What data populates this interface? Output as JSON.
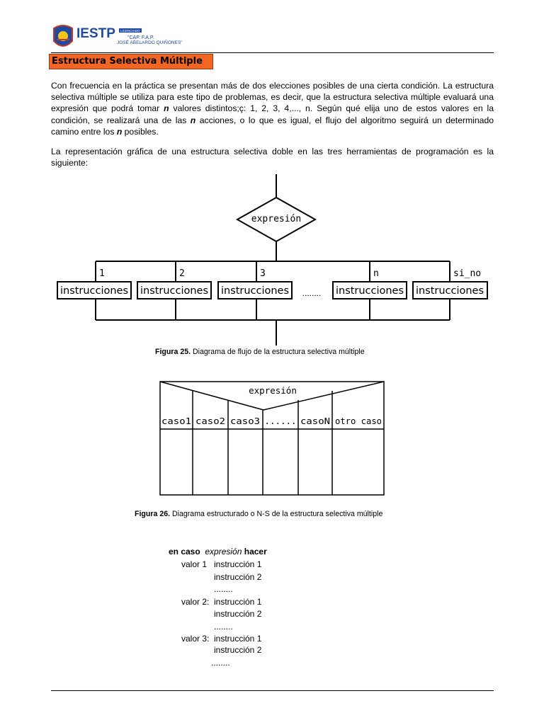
{
  "header": {
    "logo_text": "IESTP",
    "logo_subtext_1": "\"CAP. F.A.P.",
    "logo_subtext_2": "JOSÉ ABELARDO QUIÑONES\"",
    "logo_badge": "LICENCIADO"
  },
  "section_title": "Estructura Selectiva Múltiple",
  "paragraph_1": {
    "part1": "Con frecuencia en la práctica se presentan más de dos elecciones posibles de una cierta condición. La estructura selectiva múltiple se utiliza para este tipo de problemas, es decir, que la estructura selectiva múltiple evaluará una expresión que podrá tomar ",
    "em1": "n",
    "part2": " valores distintos;ç: 1, 2, 3, 4,..., n. Según qué elija uno de estos valores en la condición, se realizará una de las ",
    "em2": "n",
    "part3": " acciones, o lo que es igual, el flujo del algoritmo seguirá un determinado camino entre los ",
    "em3": "n",
    "part4": " posibles."
  },
  "paragraph_2": "La representación gráfica de una estructura selectiva doble en las tres herramientas de programación es la siguiente:",
  "flowchart": {
    "decision": "expresión",
    "branch_labels": [
      "1",
      "2",
      "3",
      "n",
      "si_no"
    ],
    "box_label": "instrucciones",
    "ellipsis": "........"
  },
  "figure_25": {
    "label": "Figura 25.",
    "text": " Diagrama de flujo de la estructura selectiva múltiple"
  },
  "ns_diagram": {
    "expression": "expresión",
    "cases": [
      "caso1",
      "caso2",
      "caso3",
      "......",
      "casoN",
      "otro caso"
    ]
  },
  "figure_26": {
    "label": "Figura 26.",
    "text": " Diagrama estructurado o N-S de la estructura selectiva múltiple"
  },
  "pseudocode": {
    "en_caso": "en caso",
    "expresion": "expresión",
    "hacer": "hacer",
    "valor1": "valor 1",
    "valor2": "valor 2:",
    "valor3": "valor 3:",
    "instr1": "instrucción 1",
    "instr2": "instrucción 2",
    "dots": "........"
  }
}
